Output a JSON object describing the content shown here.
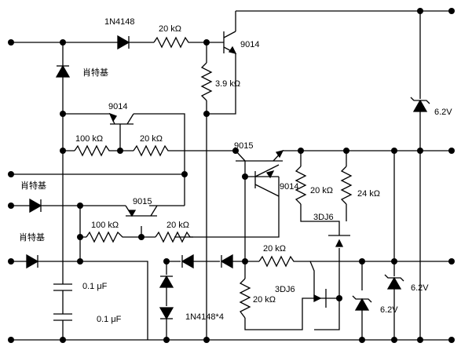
{
  "labels": {
    "d_1n4148": "1N4148",
    "r_20k_top": "20 kΩ",
    "q_9014_top": "9014",
    "r_3k9": "3.9 kΩ",
    "schottky_1": "肖特基",
    "q_9014_mid": "9014",
    "r_100k_a": "100 kΩ",
    "r_20k_a": "20 kΩ",
    "q_9015_a": "9015",
    "q_9014_b": "9014",
    "r_20k_b": "20 kΩ",
    "r_24k": "24 kΩ",
    "q_3dj6_a": "3DJ6",
    "schottky_2": "肖特基",
    "q_9015_b": "9015",
    "r_100k_b": "100 kΩ",
    "r_20k_c": "20 kΩ",
    "schottky_3": "肖特基",
    "r_20k_d": "20 kΩ",
    "c_01_a": "0.1 μF",
    "q_3dj6_b": "3DJ6",
    "r_20k_e": "20 kΩ",
    "c_01_b": "0.1 μF",
    "d_1n4148x4": "1N4148*4",
    "z_62_top": "6.2V",
    "z_62_mid": "6.2V",
    "z_62_low": "6.2V"
  }
}
